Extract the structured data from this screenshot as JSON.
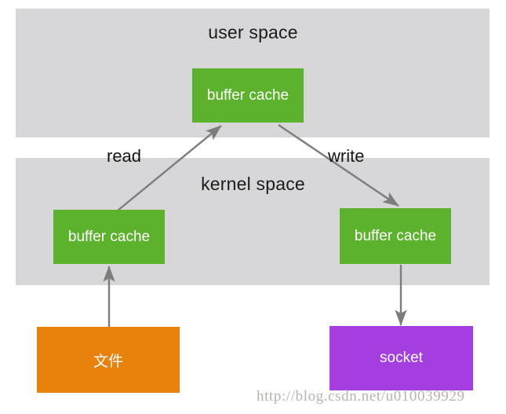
{
  "diagram": {
    "title_absent": true,
    "bands": [
      {
        "id": "user-space",
        "label": "user space"
      },
      {
        "id": "kernel-space",
        "label": "kernel space"
      }
    ],
    "boxes": [
      {
        "id": "user-buffer-cache",
        "label": "buffer cache",
        "color": "#5cb22d",
        "zone": "user space"
      },
      {
        "id": "kernel-buffer-cache-left",
        "label": "buffer cache",
        "color": "#5cb22d",
        "zone": "kernel space"
      },
      {
        "id": "kernel-buffer-cache-right",
        "label": "buffer cache",
        "color": "#5cb22d",
        "zone": "kernel space"
      },
      {
        "id": "file",
        "label": "文件",
        "color": "#e8820c",
        "zone": "device"
      },
      {
        "id": "socket",
        "label": "socket",
        "color": "#a53ee0",
        "zone": "device"
      }
    ],
    "edges": [
      {
        "id": "read",
        "label": "read",
        "from": "kernel-buffer-cache-left",
        "to": "user-buffer-cache"
      },
      {
        "id": "write",
        "label": "write",
        "from": "user-buffer-cache",
        "to": "kernel-buffer-cache-right"
      },
      {
        "id": "file-read",
        "label": "",
        "from": "file",
        "to": "kernel-buffer-cache-left"
      },
      {
        "id": "socket-write",
        "label": "",
        "from": "kernel-buffer-cache-right",
        "to": "socket"
      }
    ],
    "colors": {
      "band": "#d7d7d9",
      "green": "#5cb22d",
      "orange": "#e8820c",
      "purple": "#a53ee0",
      "arrow": "#7d7d7d",
      "text_dark": "#1b1b1b",
      "text_light": "#ffffff",
      "watermark": "#b9b3ae",
      "background": "#ffffff"
    }
  },
  "watermark": {
    "text": "http://blog.csdn.net/u010039929"
  }
}
